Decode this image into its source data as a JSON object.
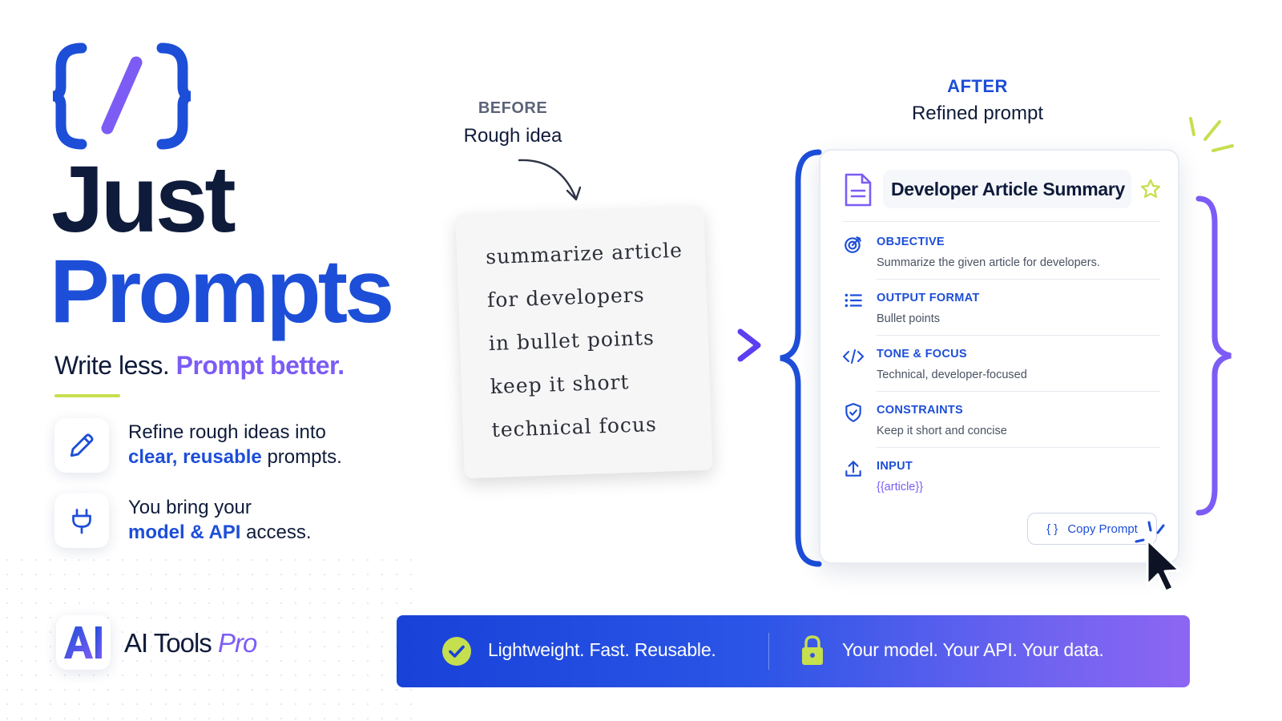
{
  "hero": {
    "title_line1": "Just",
    "title_line2": "Prompts",
    "tagline_plain": "Write less.",
    "tagline_highlight": "Prompt better."
  },
  "features": [
    {
      "icon": "pencil-icon",
      "line1": "Refine rough ideas into",
      "highlight": "clear, reusable",
      "rest": " prompts."
    },
    {
      "icon": "plug-icon",
      "line1": "You bring your",
      "highlight": "model & API",
      "rest": " access."
    }
  ],
  "brand": {
    "logo_text": "AI",
    "name": "AI Tools",
    "suffix": "Pro"
  },
  "before": {
    "label": "BEFORE",
    "subtitle": "Rough idea",
    "lines": [
      "summarize article",
      "for developers",
      "in bullet points",
      "keep it short",
      "technical focus"
    ]
  },
  "after": {
    "label": "AFTER",
    "subtitle": "Refined prompt",
    "card_title": "Developer Article Summary",
    "sections": [
      {
        "icon": "target-icon",
        "heading": "OBJECTIVE",
        "value": "Summarize the given article for developers."
      },
      {
        "icon": "list-icon",
        "heading": "OUTPUT FORMAT",
        "value": "Bullet points"
      },
      {
        "icon": "code-icon",
        "heading": "TONE & FOCUS",
        "value": "Technical, developer-focused"
      },
      {
        "icon": "shield-icon",
        "heading": "CONSTRAINTS",
        "value": "Keep it short and concise"
      },
      {
        "icon": "upload-icon",
        "heading": "INPUT",
        "value": "{{article}}"
      }
    ],
    "copy_button_icon": "{ }",
    "copy_button_label": "Copy Prompt"
  },
  "bar": {
    "left_text": "Lightweight. Fast. Reusable.",
    "right_text": "Your model. Your API. Your data."
  },
  "colors": {
    "navy": "#0f1b3a",
    "blue": "#1d4ed8",
    "purple": "#7c5cf5",
    "lime": "#c6df4f"
  }
}
